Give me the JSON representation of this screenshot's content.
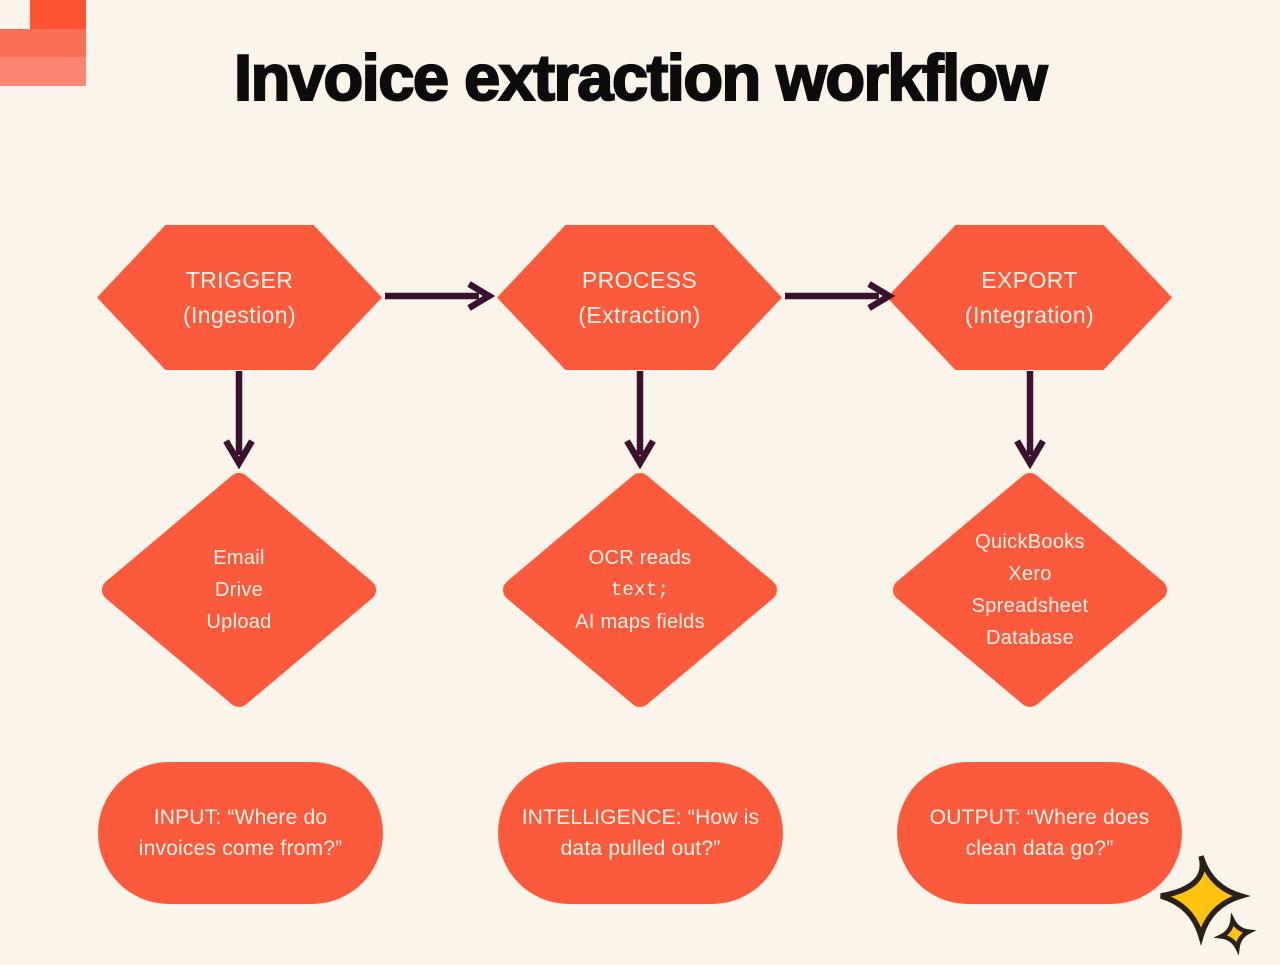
{
  "slide": {
    "title": "Invoice extraction workflow"
  },
  "colors": {
    "background": "#FAF4EA",
    "shape_orange": "#FB5A3C",
    "shape_text": "#FBF3E8",
    "arrow_plum": "#3B122E",
    "title_black": "#0C0C0C",
    "corner_block_dark": "#FC5435",
    "corner_block_mid": "#FB6F56",
    "corner_block_light": "#FC8671",
    "sparkle_yellow": "#FFC20E",
    "sparkle_outline": "#2B2018"
  },
  "icons": {
    "sparkle_large": "sparkle-icon",
    "sparkle_small": "sparkle-icon"
  },
  "columns": [
    {
      "hexagon": {
        "line1": "TRIGGER",
        "line2": "(Ingestion)"
      },
      "diamond": {
        "lines": [
          "Email",
          "Drive",
          "Upload"
        ]
      },
      "pill": {
        "line1": "INPUT: “Where do",
        "line2": "invoices come from?”"
      }
    },
    {
      "hexagon": {
        "line1": "PROCESS",
        "line2": "(Extraction)"
      },
      "diamond": {
        "lines": [
          "OCR reads",
          "text;",
          "AI maps fields"
        ]
      },
      "pill": {
        "line1": "INTELLIGENCE: “How is",
        "line2": "data pulled out?”"
      }
    },
    {
      "hexagon": {
        "line1": "EXPORT",
        "line2": "(Integration)"
      },
      "diamond": {
        "lines": [
          "QuickBooks",
          "Xero",
          "Spreadsheet",
          "Database"
        ]
      },
      "pill": {
        "line1": "OUTPUT: “Where does",
        "line2": "clean data go?”"
      }
    }
  ]
}
